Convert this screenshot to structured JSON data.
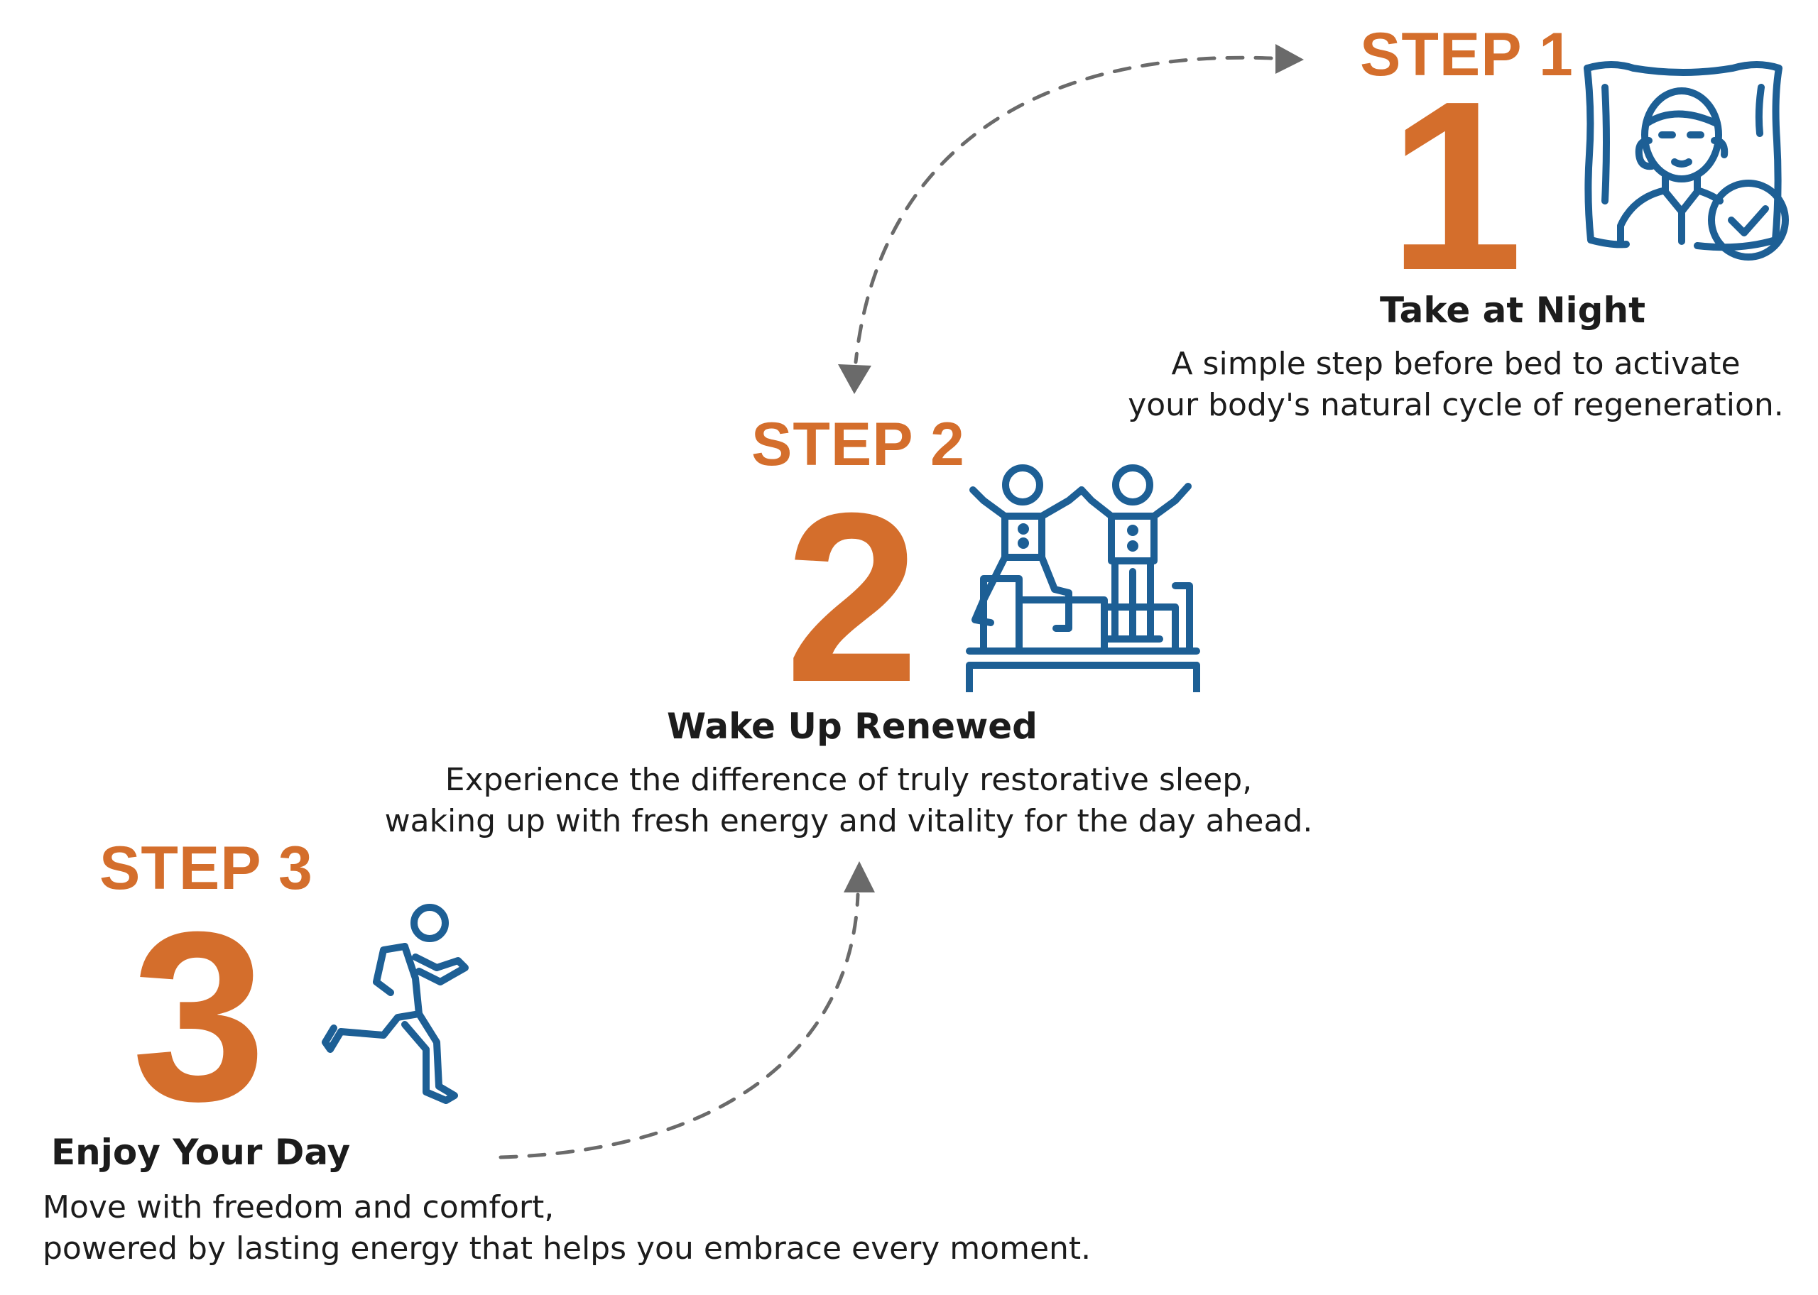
{
  "colors": {
    "accent": "#d46e2c",
    "icon": "#1d5f95",
    "text": "#1c1c1c",
    "arrow": "#6a6a6a"
  },
  "steps": [
    {
      "label": "STEP 1",
      "number": "1",
      "title": "Take at Night",
      "description": [
        "A simple step before bed to activate",
        "your body's natural cycle of regeneration."
      ],
      "icon": "sleeping-person-check-icon"
    },
    {
      "label": "STEP 2",
      "number": "2",
      "title": "Wake Up Renewed",
      "description": [
        "Experience the difference of truly restorative sleep,",
        "waking up with fresh energy and vitality for the day ahead."
      ],
      "icon": "couple-waking-on-bed-icon"
    },
    {
      "label": "STEP 3",
      "number": "3",
      "title": "Enjoy Your Day",
      "description": [
        "Move with freedom and comfort,",
        "powered by lasting energy that helps you embrace every moment."
      ],
      "icon": "running-person-icon"
    }
  ]
}
